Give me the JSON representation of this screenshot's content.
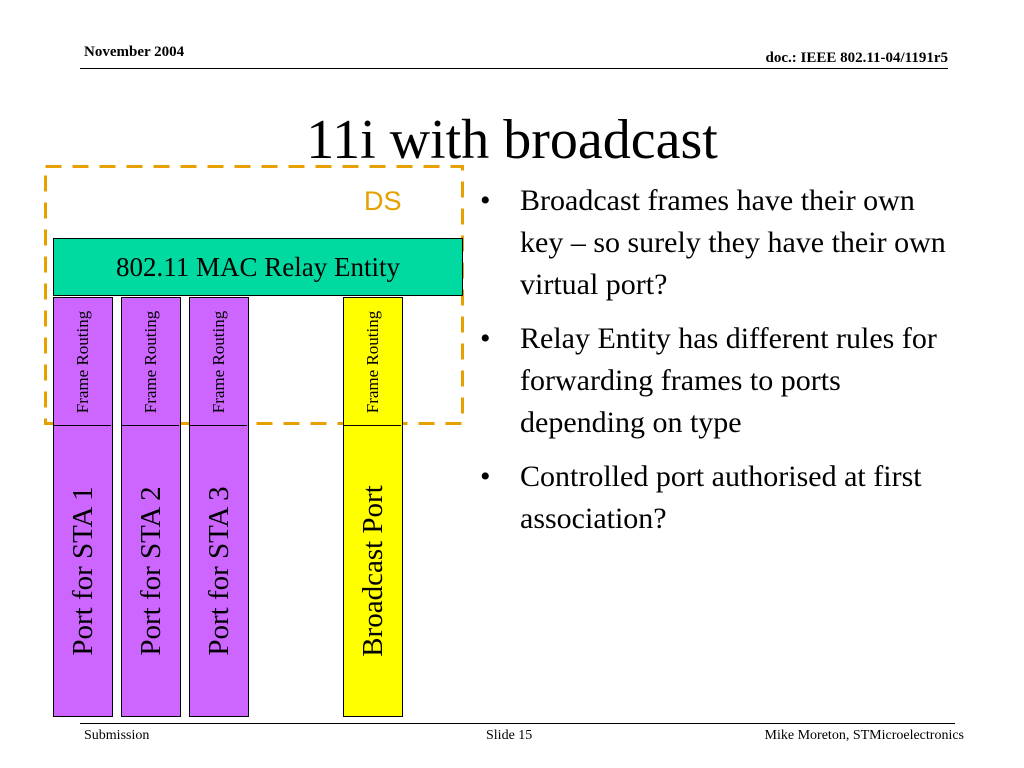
{
  "header": {
    "date": "November 2004",
    "doc": "doc.: IEEE 802.11-04/1191r5"
  },
  "title": "11i with broadcast",
  "diagram": {
    "ds_label": "DS",
    "relay_label": "802.11 MAC Relay Entity",
    "frame_routing": "Frame Routing",
    "ports": [
      "Port for STA 1",
      "Port for STA 2",
      "Port for STA 3",
      "Broadcast Port"
    ]
  },
  "bullets": [
    "Broadcast frames have their own key – so surely they have their own virtual port?",
    "Relay Entity has different rules for forwarding frames to ports depending on type",
    "Controlled port authorised at first association?"
  ],
  "footer": {
    "left": "Submission",
    "center": "Slide 15",
    "right": "Mike Moreton, STMicroelectronics"
  },
  "colors": {
    "relay": "#00d9a0",
    "port": "#cc66ff",
    "broadcast": "#ffff00",
    "ds_border": "#e6a000"
  }
}
